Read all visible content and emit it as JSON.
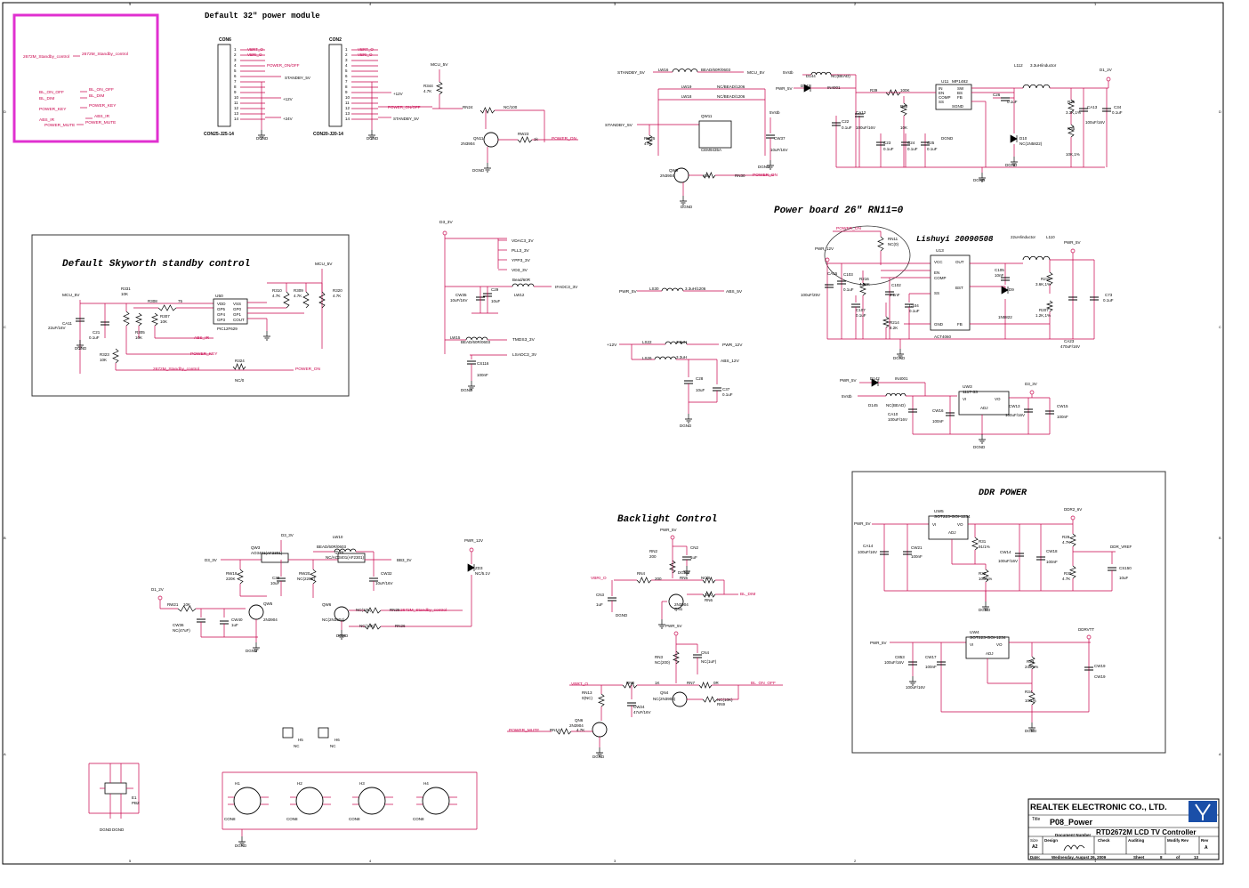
{
  "titles": {
    "power_module": "Default  32\" power module",
    "standby_control": "Default Skyworth standby control",
    "power_board": "Power board  26\"    RN11=0",
    "backlight": "Backlight Control",
    "ddr_power": "DDR POWER",
    "lishuyi": "Lishuyi  20090508"
  },
  "offpage": [
    {
      "left": "2672M_Standby_control",
      "right": "2672M_Standby_control"
    },
    {
      "left": "BL_ON_OFF",
      "right": "BL_ON_OFF"
    },
    {
      "left": "BL_DIM",
      "right": "BL_DIM"
    },
    {
      "left": "POWER_KEY",
      "right": "POWER_KEY"
    },
    {
      "left": "ABS_IR",
      "right": "ABS_IR"
    },
    {
      "left": "POWER_MUTE",
      "right": "POWER_MUTE"
    }
  ],
  "con6": {
    "ref": "CON6",
    "part": "CON25-J25-14",
    "pins": [
      "1",
      "2",
      "3",
      "4",
      "5",
      "6",
      "7",
      "8",
      "9",
      "10",
      "11",
      "12",
      "13",
      "14"
    ],
    "nets": [
      "VBRT_O",
      "VBRI_O",
      "POWER_ON/OFF",
      "STANDBY_5V",
      "+12V",
      "+24V",
      "DGND"
    ]
  },
  "con2": {
    "ref": "CON2",
    "part": "CON20-J20-14",
    "pins": [
      "1",
      "2",
      "3",
      "4",
      "5",
      "6",
      "7",
      "8",
      "9",
      "10",
      "11",
      "12",
      "13",
      "14"
    ],
    "nets": [
      "VBRT_O",
      "VBRI_O",
      "+12V",
      "POWER_ON/OFF",
      "STANDBY_5V",
      "DGND"
    ]
  },
  "power_on_circuit": {
    "labels": [
      "MCU_5V",
      "R344",
      "4.7K",
      "RN24",
      "NC/100",
      "QN11",
      "2N3904",
      "RW23",
      "1k",
      "POWER_ON",
      "DGND"
    ]
  },
  "standby_circuit": {
    "labels": [
      "STANDBY_5V",
      "LW16",
      "BEAD/60R/0603",
      "MCU_5V",
      "LW19",
      "NC/BEAD/1206",
      "LW18",
      "NC/BEAD/1206",
      "STANDBY_5V",
      "QW11",
      "CEM9435A",
      "RW25",
      "47K",
      "5Vstb",
      "CW37",
      "10uF/16V",
      "QW9",
      "2N3904",
      "10K",
      "RN30",
      "POWER_ON",
      "DGND",
      "DGND"
    ]
  },
  "mp1482": {
    "labels": [
      "5Vstb",
      "D144",
      "NC(BEAD)",
      "PWR_5V",
      "D141",
      "IN4001",
      "U11",
      "MP1482",
      "IN",
      "EN",
      "COMP",
      "SS",
      "SW",
      "BS",
      "FB",
      "SGND",
      "R39",
      "100K",
      "R38",
      "10K",
      "C22",
      "0.1uF",
      "CA12",
      "100uF/16V",
      "C23",
      "0.1uF",
      "C24",
      "0.1uF",
      "C25",
      "0.1uF",
      "L112",
      "3.3uH/inductor",
      "C26",
      "0.1uF",
      "D10",
      "NC(1N5822)",
      "R25",
      "3.3K,1%",
      "R35",
      "10K,1%",
      "CA13",
      "100uF/16V",
      "C34",
      "0.1uF",
      "D1_2V",
      "DGND",
      "DGND",
      "DGND"
    ]
  },
  "standby_section": {
    "labels": [
      "MCU_5V",
      "MCU_5V",
      "R331",
      "10K",
      "R308",
      "75",
      "U50",
      "VDD",
      "VSS",
      "GP5",
      "GP0",
      "GP4",
      "GP1",
      "GP3",
      "COUT",
      "PIC12F629",
      "R310",
      "4.7K",
      "R309",
      "4.7K",
      "R320",
      "4.7K",
      "CA11",
      "22uF/16V",
      "C21",
      "0.1uF",
      "R305",
      "10K",
      "R307",
      "10K",
      "R323",
      "10K",
      "ABS_IR",
      "POWER_KEY",
      "2672M_Standby_control",
      "R324",
      "NC/0",
      "POWER_ON",
      "DGND"
    ]
  },
  "analog_rails": {
    "labels": [
      "D3_3V",
      "VDAC3_3V",
      "PLL3_3V",
      "YPP3_3V",
      "VD3_3V",
      "Bead/60R",
      "LW12",
      "IFADC3_3V",
      "CW35",
      "10uF/16V",
      "C29",
      "10uF",
      "LW15",
      "BEAD/60R/0603",
      "TMDS3_3V",
      "LSADC3_3V",
      "CS116",
      "100nF",
      "DGND"
    ]
  },
  "power_board_circuit": {
    "labels": [
      "POWER_ON",
      "RN11",
      "NC(0)",
      "PWR_12V",
      "U13",
      "VCC",
      "OUT",
      "EN",
      "COMP",
      "SS",
      "BST",
      "GND",
      "FB",
      "ACT4060",
      "22uH/inductor",
      "L110",
      "PWR_5V",
      "CA15",
      "100uF/25V",
      "C103",
      "0.1uF",
      "R216",
      "4.99K",
      "C102",
      "2.2nF",
      "C104",
      "0.1uF",
      "C107",
      "0.1uF",
      "R214",
      "8.2K",
      "C105",
      "10nF",
      "D9",
      "1N5822",
      "R215",
      "3.6K,1%",
      "R207",
      "1.2K,1%",
      "C73",
      "0.1uF",
      "CA23",
      "470uF/16V",
      "DGND"
    ]
  },
  "abs_circuit": {
    "labels": [
      "PWR_5V",
      "LS30",
      "3.3uH/1206",
      "ABS_5V",
      "+12V",
      "LS22",
      "3.3uH",
      "PWR_12V",
      "LS26",
      "3.3uH",
      "ABS_12V",
      "C28",
      "10uF",
      "C37",
      "0.1uF",
      "DGND"
    ]
  },
  "ldo_circuit": {
    "labels": [
      "PWR_5V",
      "D142",
      "IN4001",
      "5Vstb",
      "D145",
      "NC(BEAD)",
      "UW3",
      "1117-33",
      "VI",
      "VO",
      "ADJ",
      "D3_3V",
      "CA10",
      "100uF/16V",
      "CW16",
      "100nF",
      "CW13",
      "100uF/16V",
      "CW15",
      "100nF",
      "DGND"
    ]
  },
  "switch_circuit": {
    "labels": [
      "D3_3V",
      "D3_3V",
      "QW3",
      "AO3401(AF2301)",
      "LW10",
      "BEAD/60R/0603",
      "QW4",
      "NC/AO3401(AF2301)",
      "BB3_3V",
      "RW19",
      "220K",
      "C30",
      "10uF",
      "RW20",
      "NC(220K)",
      "CW32",
      "10uF/16V",
      "D1_2V",
      "RW21",
      "10K",
      "CW36",
      "NC(47uF)",
      "CW40",
      "1uF",
      "QW5",
      "2N3904",
      "QW6",
      "NC(2N3904)",
      "NC(10K)",
      "RN25",
      "2672M_Standby_control",
      "NC(10K)",
      "RN26",
      "PWR_12V",
      "ZD3",
      "NC/5.1V",
      "DGND",
      "DGND"
    ]
  },
  "backlight_circuit": {
    "labels": [
      "PWR_5V",
      "CN2",
      "1uF",
      "RN2",
      "200",
      "VBRI_O",
      "RN4",
      "200",
      "RN5",
      "NC/0",
      "10K",
      "RN6",
      "BL_DIM",
      "CN3",
      "1uF",
      "QN1",
      "2N3904",
      "DGND",
      "DGND"
    ]
  },
  "bl_on_circuit": {
    "labels": [
      "PWR_5V",
      "RN3",
      "NC(200)",
      "CN4",
      "NC(1uF)",
      "VBRT_O",
      "RN8",
      "1K",
      "RN7",
      "0R",
      "BL_ON_OFF",
      "RN13",
      "0(NC)",
      "CW24",
      "47uF/16V",
      "QN4",
      "NC(2N3904)",
      "NC(10K)",
      "RN9",
      "QN6",
      "2N3904",
      "POWER_MUTE",
      "RN12",
      "4.7K",
      "DGND"
    ]
  },
  "ddr_circuit": {
    "labels": [
      "PWR_5V",
      "UW5",
      "SOT223-GOI-1234",
      "VI",
      "VO",
      "ADJ",
      "DDR2_6V",
      "CA14",
      "100uF/16V",
      "CW21",
      "100nF",
      "R31",
      "91/1%",
      "R32",
      "100/1%",
      "CW14",
      "100uF/16V",
      "CW18",
      "100nF",
      "R29",
      "4.7K",
      "R30",
      "4.7K",
      "DDR_VREF",
      "CS150",
      "10uF",
      "DGND"
    ]
  },
  "ddr_vtt": {
    "labels": [
      "PWR_5V",
      "UW4",
      "SOT223-GOI-1234",
      "VI",
      "VO",
      "ADJ",
      "DDRVTT",
      "C853",
      "100uF/16V",
      "CW17",
      "100nF",
      "R33",
      "249/1%",
      "R34",
      "10/1%",
      "CW19",
      "100uF/16V",
      "DGND",
      "DGND"
    ]
  },
  "mounting": {
    "labels": [
      "H5",
      "NC",
      "H6",
      "NC",
      "E1",
      "PBZ",
      "DGND",
      "DGND",
      "H1",
      "H2",
      "H3",
      "H4",
      "CON8",
      "CON8",
      "CON8",
      "CON8",
      "DGND"
    ]
  },
  "titleblock": {
    "company": "REALTEK ELECTRONIC CO., LTD.",
    "title_label": "Title",
    "sheet_title": "P08_Power",
    "doc_label": "Document Number",
    "doc_name": "RTD2672M LCD TV Controller",
    "size_label": "Size",
    "size": "A2",
    "design_label": "Design",
    "check_label": "Check",
    "auditing_label": "Auditing",
    "modify_label": "Modify Rev",
    "rev_label": "Rev",
    "rev": "A",
    "date_label": "Date:",
    "date": "Wednesday, August 26, 2009",
    "sheet_label": "Sheet",
    "sheet": "8",
    "of_label": "of",
    "total": "13"
  },
  "border": {
    "top": [
      "5",
      "4",
      "3",
      "2",
      "1"
    ],
    "side": [
      "D",
      "C",
      "B",
      "A"
    ]
  },
  "colors": {
    "wire": "#c8004a",
    "text": "#0000aa",
    "box": "#e030d0",
    "frame": "#000000"
  }
}
